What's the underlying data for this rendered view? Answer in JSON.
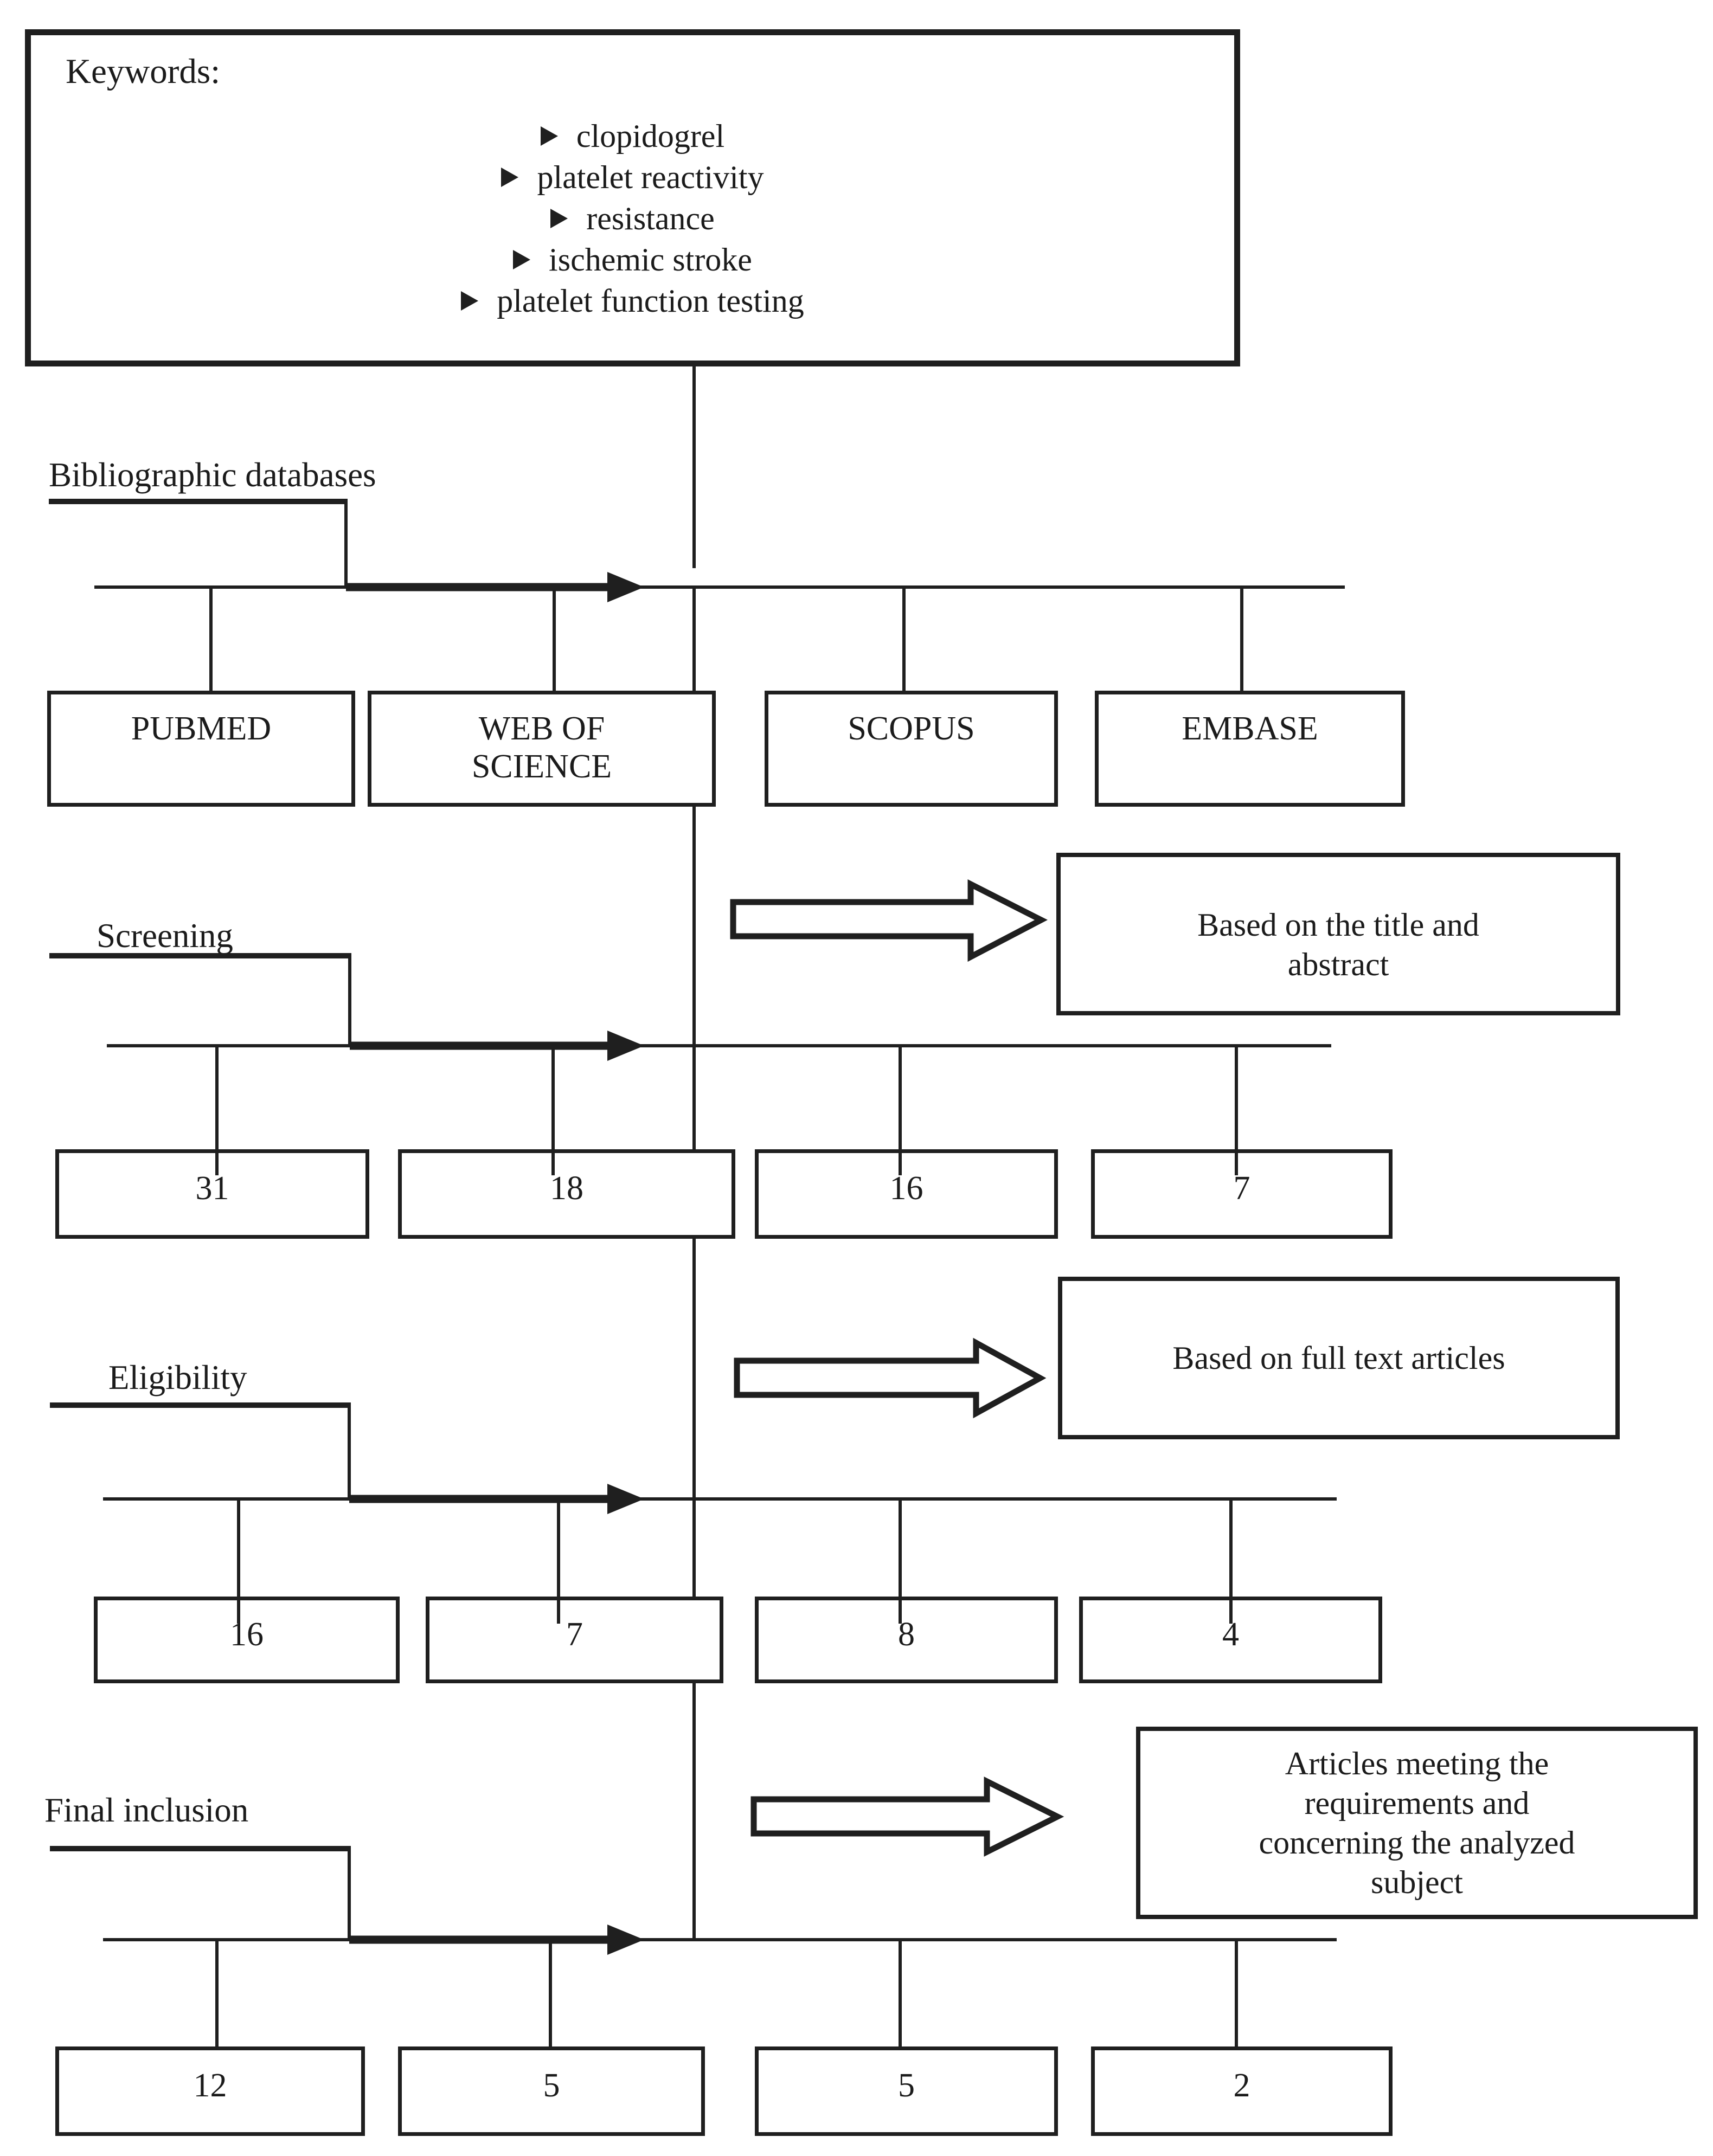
{
  "diagram": {
    "description": "Literature selection flow diagram",
    "line_color": "#1f1f1f",
    "box_fill": "#ffffff"
  },
  "keywords_box": {
    "title": "Keywords:",
    "bullet_icon": "arrowhead-bullet",
    "items": [
      "clopidogrel",
      "platelet reactivity",
      "resistance",
      "ischemic stroke",
      "platelet function testing"
    ]
  },
  "stages": {
    "databases": {
      "label": "Bibliographic databases",
      "boxes": [
        "PUBMED",
        "WEB OF SCIENCE",
        "SCOPUS",
        "EMBASE"
      ]
    },
    "screening": {
      "label": "Screening",
      "note": "Based on the title and abstract",
      "boxes": [
        "31",
        "18",
        "16",
        "7"
      ]
    },
    "eligibility": {
      "label": "Eligibility",
      "note": "Based on full text articles",
      "boxes": [
        "16",
        "7",
        "8",
        "4"
      ]
    },
    "final": {
      "label": "Final inclusion",
      "note": "Articles meeting the requirements and concerning the analyzed subject",
      "boxes": [
        "12",
        "5",
        "5",
        "2"
      ]
    }
  }
}
